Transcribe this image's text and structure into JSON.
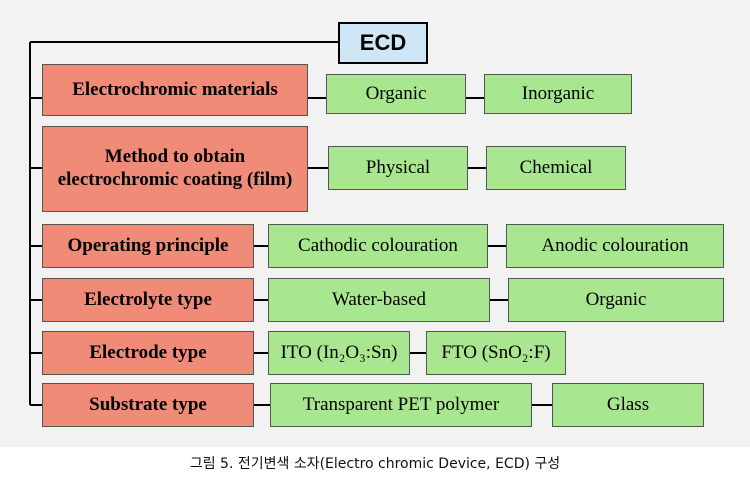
{
  "root": {
    "label": "ECD"
  },
  "categories": [
    {
      "label": "Electrochromic materials",
      "options": [
        "Organic",
        "Inorganic"
      ]
    },
    {
      "label_line1": "Method to obtain",
      "label_line2": "electrochromic coating (film)",
      "options": [
        "Physical",
        "Chemical"
      ]
    },
    {
      "label": "Operating principle",
      "options": [
        "Cathodic colouration",
        "Anodic colouration"
      ]
    },
    {
      "label": "Electrolyte type",
      "options": [
        "Water-based",
        "Organic"
      ]
    },
    {
      "label": "Electrode type",
      "options": [
        "ITO (In₂O₃:Sn)",
        "FTO (SnO₂:F)"
      ]
    },
    {
      "label": "Substrate type",
      "options": [
        "Transparent PET polymer",
        "Glass"
      ]
    }
  ],
  "caption": "그림 5. 전기변색 소자(Electro chromic Device, ECD) 구성",
  "colors": {
    "root_fill": "#cfe6f7",
    "category_fill": "#f08b78",
    "option_fill": "#a8e68f",
    "background": "#f2f2f2"
  }
}
